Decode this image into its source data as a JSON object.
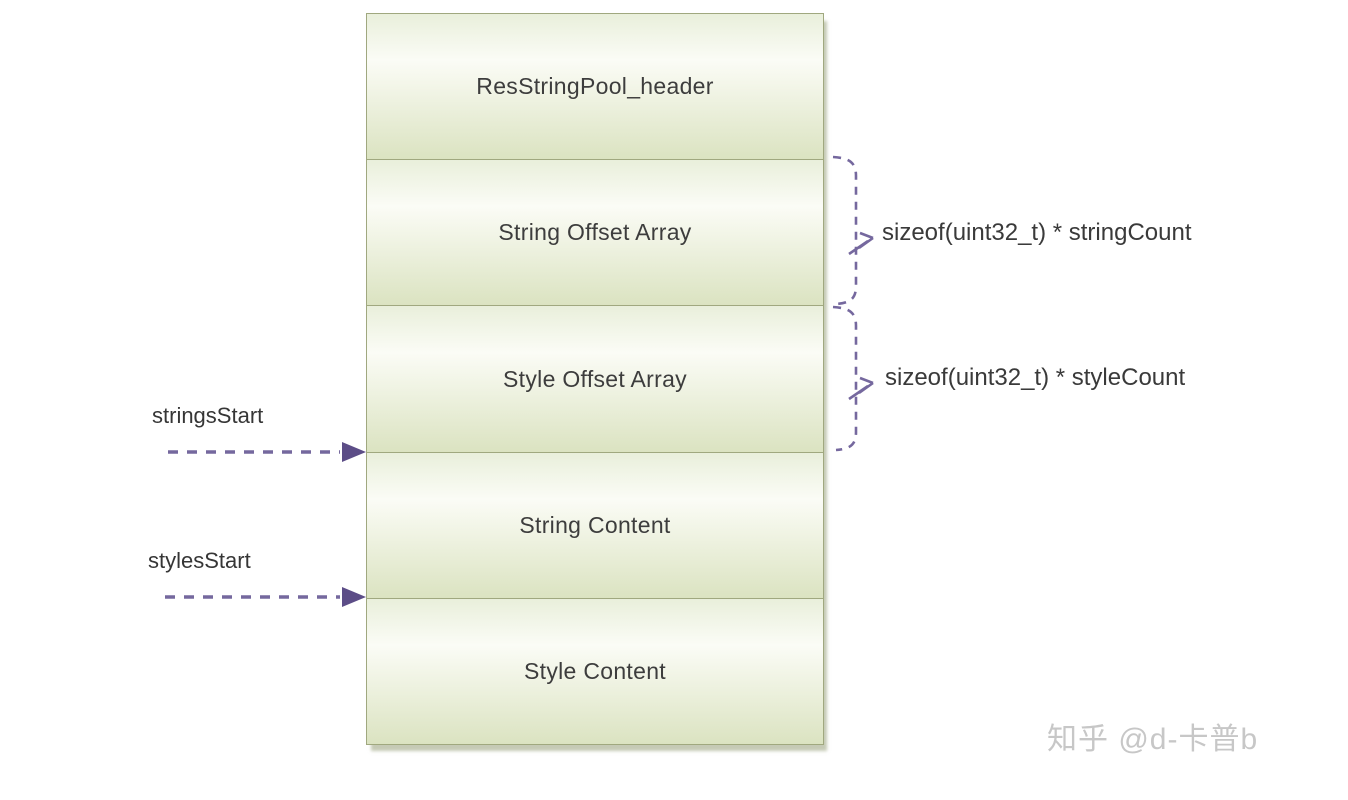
{
  "diagram": {
    "title_implicit": "ResStringPool memory layout",
    "boxes": [
      {
        "label": "ResStringPool_header"
      },
      {
        "label": "String Offset Array"
      },
      {
        "label": "Style Offset Array"
      },
      {
        "label": "String Content"
      },
      {
        "label": "Style Content"
      }
    ],
    "left_annotations": [
      {
        "label": "stringsStart",
        "points_to": "boundary between Style Offset Array and String Content"
      },
      {
        "label": "stylesStart",
        "points_to": "boundary between String Content and Style Content"
      }
    ],
    "right_annotations": [
      {
        "label": "sizeof(uint32_t) * stringCount",
        "spans": "String Offset Array"
      },
      {
        "label": "sizeof(uint32_t) * styleCount",
        "spans": "Style Offset Array"
      }
    ],
    "colors": {
      "box_fill_top": "#e9efdb",
      "box_fill_mid": "#fbfcf6",
      "box_fill_bottom": "#dbe3c1",
      "box_border": "#a0a87f",
      "annotation_purple": "#75689e",
      "arrowhead_purple": "#5c4d87",
      "text": "#3d3d3d",
      "watermark": "#c7c7c7"
    }
  },
  "watermark": {
    "text": "知乎 @d-卡普b"
  }
}
